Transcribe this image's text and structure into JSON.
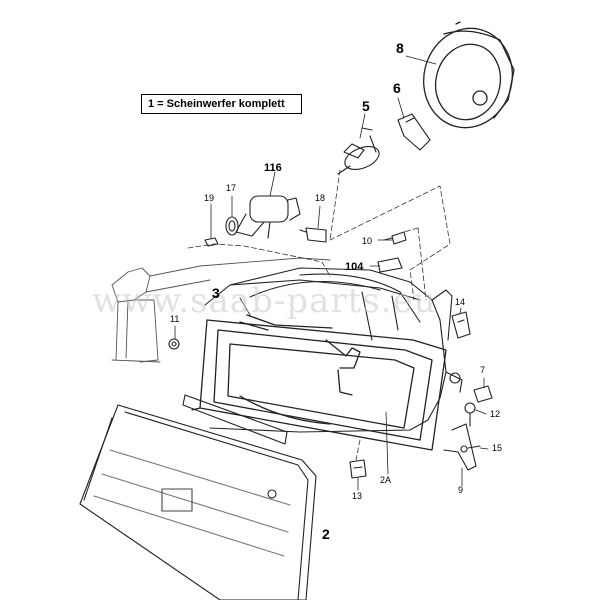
{
  "legend": {
    "label": "1 = Scheinwerfer komplett"
  },
  "watermark": {
    "text": "www.saab-parts.eu"
  },
  "callouts": {
    "c2": "2",
    "c2A": "2A",
    "c3": "3",
    "c5": "5",
    "c6": "6",
    "c7": "7",
    "c8": "8",
    "c9": "9",
    "c10": "10",
    "c11": "11",
    "c12": "12",
    "c13": "13",
    "c14": "14",
    "c15": "15",
    "c17": "17",
    "c18": "18",
    "c19": "19",
    "c104": "104",
    "c116": "116"
  }
}
